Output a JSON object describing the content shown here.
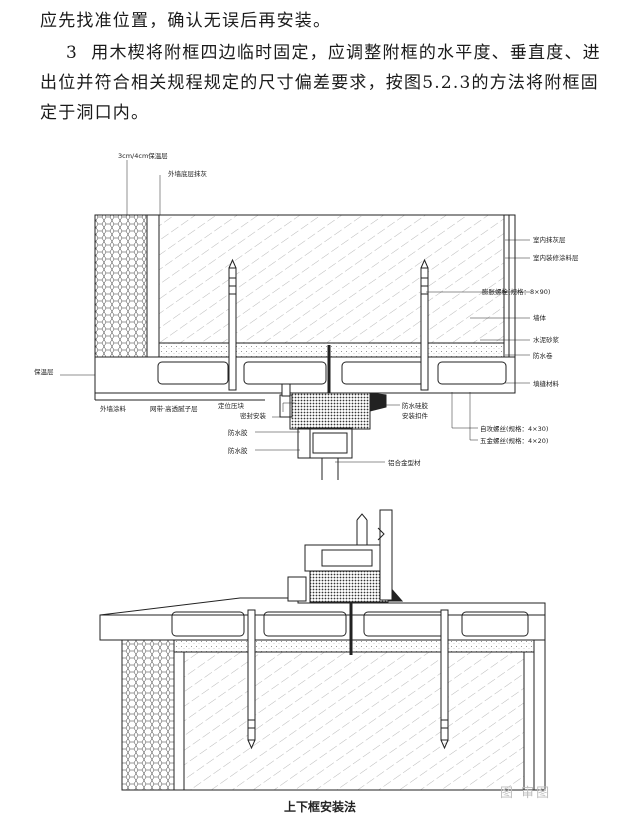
{
  "text": {
    "line1": "应先找准位置，确认无误后再安装。",
    "para2_num": "3",
    "para2": "用木楔将附框四边临时固定，应调整附框的水平度、垂直度、进出位并符合相关规程规定的尺寸偏差要求，按图5.2.3的方法将附框固定于洞口内。"
  },
  "labels_top": {
    "insul_thickness": "3cm/4cm保温层",
    "ext_wall_plaster": "外墙底层抹灰",
    "int_plaster": "室内抹灰层",
    "int_paint": "室内装修涂料层",
    "expansion_bolt": "膨胀螺栓(规格：8×90)",
    "wall": "墙体",
    "cement_mortar": "水泥砂浆",
    "waterproof_coat": "防水卷",
    "filler": "填缝材料",
    "insulation": "保温层",
    "ext_paint": "外墙涂料",
    "mesh_sealant": "网带·高透腻子层",
    "locating_block": "定位压块",
    "sealing": "密封安装",
    "waterproof_glue_1": "防水胶",
    "waterproof_glue_2": "防水胶",
    "waterproof_sealant": "防水硅胶",
    "install_embed": "安装扣件",
    "aluminum_profile": "铝合金型材",
    "self_tap_screw": "自攻螺丝(规格：4×30)",
    "tap_screw": "五金螺丝(规格：4×20)"
  },
  "caption": "上下框安装法",
  "watermark": "图 审图",
  "colors": {
    "line": "#222222",
    "hatch": "#8a8a8a",
    "paper": "#ffffff"
  }
}
